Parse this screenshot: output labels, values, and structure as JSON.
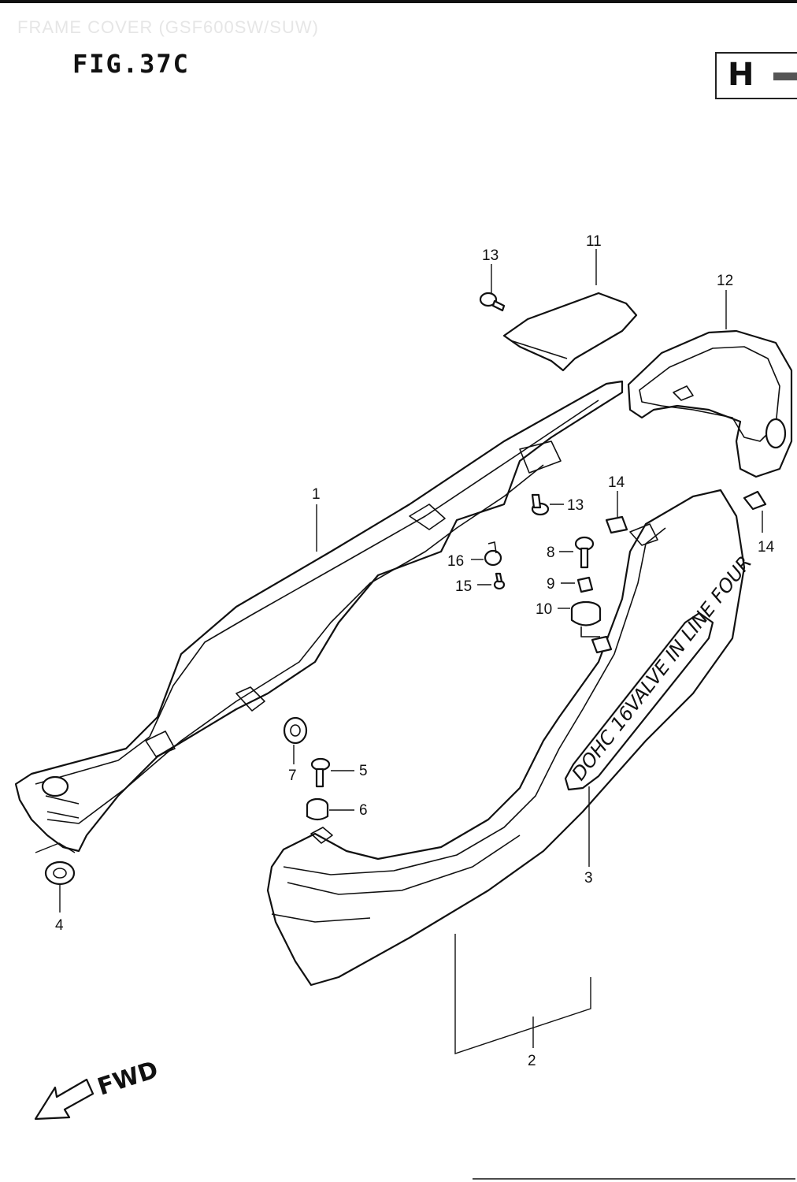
{
  "header": {
    "faded_title": "FRAME COVER (GSF600SW/SUW)",
    "figure_label": "FIG.37C",
    "badge_letter": "H"
  },
  "decal_text": "DOHC 16VALVE IN LINE FOUR",
  "direction_label": "FWD",
  "callouts": [
    {
      "id": "c13a",
      "text": "13"
    },
    {
      "id": "c11",
      "text": "11"
    },
    {
      "id": "c12",
      "text": "12"
    },
    {
      "id": "c1",
      "text": "1"
    },
    {
      "id": "c14a",
      "text": "14"
    },
    {
      "id": "c13b",
      "text": "13"
    },
    {
      "id": "c14b",
      "text": "14"
    },
    {
      "id": "c8",
      "text": "8"
    },
    {
      "id": "c16",
      "text": "16"
    },
    {
      "id": "c9",
      "text": "9"
    },
    {
      "id": "c15",
      "text": "15"
    },
    {
      "id": "c10",
      "text": "10"
    },
    {
      "id": "c5",
      "text": "5"
    },
    {
      "id": "c7",
      "text": "7"
    },
    {
      "id": "c6",
      "text": "6"
    },
    {
      "id": "c3",
      "text": "3"
    },
    {
      "id": "c4",
      "text": "4"
    },
    {
      "id": "c2",
      "text": "2"
    }
  ]
}
